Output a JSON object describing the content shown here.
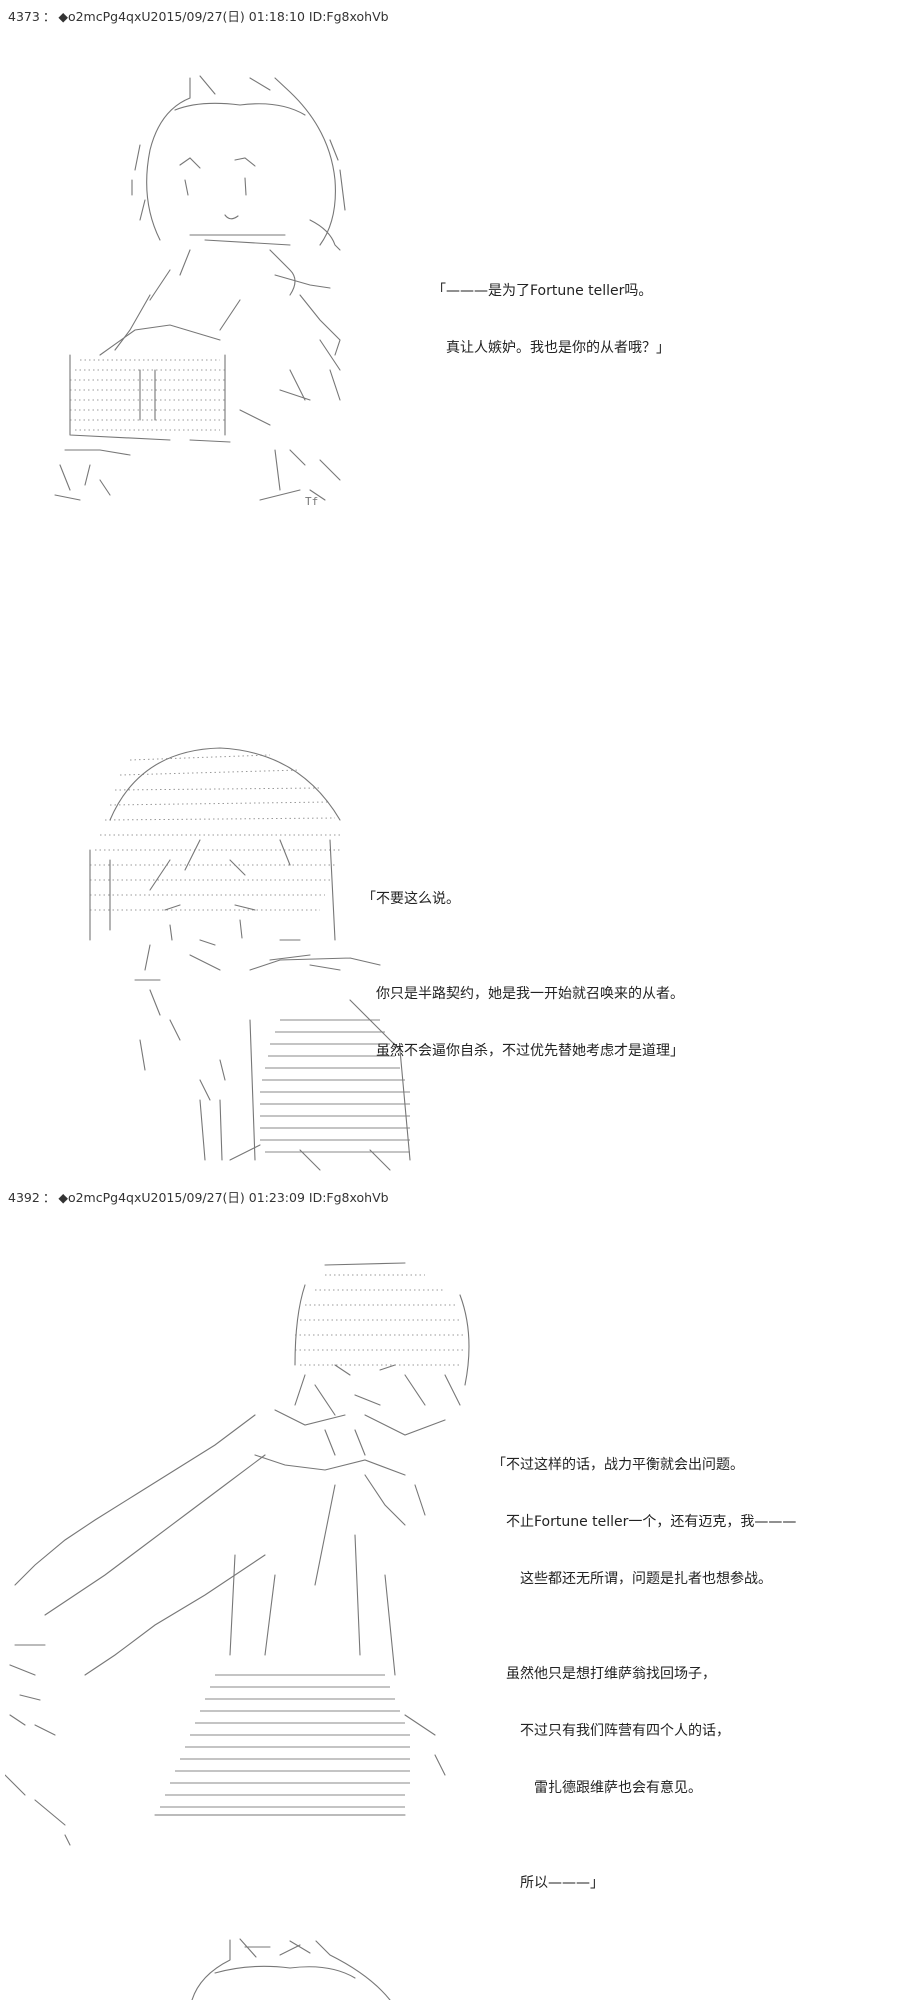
{
  "posts": [
    {
      "id": "post-4373",
      "header": {
        "number": "4373",
        "separator": "：",
        "trip": "◆o2mcPg4qxU",
        "datetime": "2015/09/27(日) 01:18:10",
        "uid": "ID:Fg8xohVb"
      }
    },
    {
      "id": "post-4392",
      "header": {
        "number": "4392",
        "separator": "：",
        "trip": "◆o2mcPg4qxU",
        "datetime": "2015/09/27(日) 01:23:09",
        "uid": "ID:Fg8xohVb"
      }
    }
  ],
  "dialogues": {
    "d1": [
      "「———是为了Fortune teller吗。",
      "　真让人嫉妒。我也是你的从者哦？」"
    ],
    "d2": [
      "「不要这么说。",
      "",
      "　你只是半路契约，她是我一开始就召唤来的从者。",
      "　虽然不会逼你自杀，不过优先替她考虑才是道理」"
    ],
    "d3": [
      "「不过这样的话，战力平衡就会出问题。",
      "　不止Fortune teller一个，还有迈克，我———",
      "　　这些都还无所谓，问题是扎者也想参战。",
      "",
      "　虽然他只是想打维萨翁找回场子，",
      "　　不过只有我们阵营有四个人的话，",
      "　　　雷扎德跟维萨也会有意见。",
      "",
      "　　所以———」"
    ]
  },
  "art": {
    "figure1_sign": "Tf"
  }
}
